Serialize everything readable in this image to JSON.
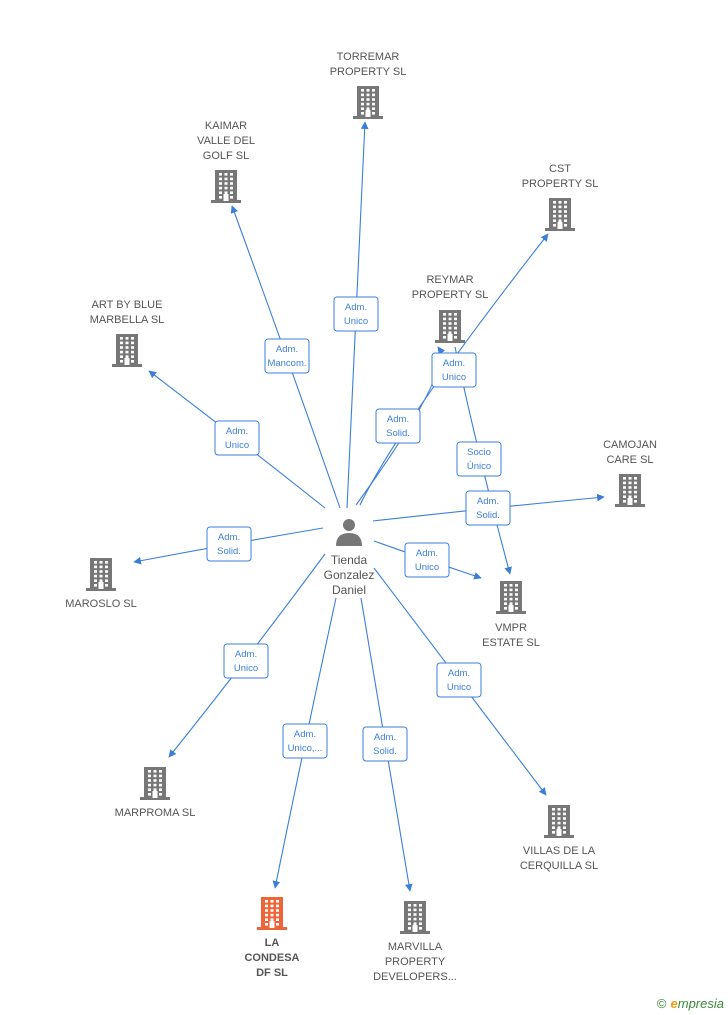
{
  "center": {
    "name_lines": [
      "Tienda",
      "Gonzalez",
      "Daniel"
    ]
  },
  "companies": [
    {
      "id": "torremar",
      "lines": [
        "TORREMAR",
        "PROPERTY  SL"
      ],
      "highlight": false
    },
    {
      "id": "kaimar",
      "lines": [
        "KAIMAR",
        "VALLE DEL",
        "GOLF  SL"
      ],
      "highlight": false
    },
    {
      "id": "cst",
      "lines": [
        "CST",
        "PROPERTY  SL"
      ],
      "highlight": false
    },
    {
      "id": "reymar",
      "lines": [
        "REYMAR",
        "PROPERTY  SL"
      ],
      "highlight": false
    },
    {
      "id": "artbyblue",
      "lines": [
        "ART BY BLUE",
        "MARBELLA  SL"
      ],
      "highlight": false
    },
    {
      "id": "camojan",
      "lines": [
        "CAMOJAN",
        "CARE  SL"
      ],
      "highlight": false
    },
    {
      "id": "maroslo",
      "lines": [
        "MAROSLO SL"
      ],
      "highlight": false
    },
    {
      "id": "vmpr",
      "lines": [
        "VMPR",
        "ESTATE  SL"
      ],
      "highlight": false
    },
    {
      "id": "marproma",
      "lines": [
        "MARPROMA  SL"
      ],
      "highlight": false
    },
    {
      "id": "villas",
      "lines": [
        "VILLAS DE LA",
        "CERQUILLA  SL"
      ],
      "highlight": false
    },
    {
      "id": "lacondesa",
      "lines": [
        "LA",
        "CONDESA",
        "DF  SL"
      ],
      "highlight": true
    },
    {
      "id": "marvilla",
      "lines": [
        "MARVILLA",
        "PROPERTY",
        "DEVELOPERS..."
      ],
      "highlight": false
    }
  ],
  "relations": [
    {
      "target": "torremar",
      "lines": [
        "Adm.",
        "Unico"
      ]
    },
    {
      "target": "kaimar",
      "lines": [
        "Adm.",
        "Mancom."
      ]
    },
    {
      "target": "cst",
      "lines": [
        "Adm.",
        "Solid."
      ]
    },
    {
      "target": "reymar",
      "lines": [
        "Adm.",
        "Unico"
      ]
    },
    {
      "target": "reymar-vmpr",
      "lines": [
        "Socio",
        "Único"
      ]
    },
    {
      "target": "artbyblue",
      "lines": [
        "Adm.",
        "Unico"
      ]
    },
    {
      "target": "camojan",
      "lines": [
        "Adm.",
        "Solid."
      ]
    },
    {
      "target": "maroslo",
      "lines": [
        "Adm.",
        "Solid."
      ]
    },
    {
      "target": "vmpr",
      "lines": [
        "Adm.",
        "Unico"
      ]
    },
    {
      "target": "marproma",
      "lines": [
        "Adm.",
        "Unico"
      ]
    },
    {
      "target": "villas",
      "lines": [
        "Adm.",
        "Unico"
      ]
    },
    {
      "target": "lacondesa",
      "lines": [
        "Adm.",
        "Unico,..."
      ]
    },
    {
      "target": "marvilla",
      "lines": [
        "Adm.",
        "Solid."
      ]
    }
  ],
  "colors": {
    "edge": "#3b7fd9",
    "building": "#777777",
    "highlight": "#f0643a"
  },
  "footer": {
    "copyright": "©",
    "brand_initial": "e",
    "brand_rest": "mpresia"
  }
}
